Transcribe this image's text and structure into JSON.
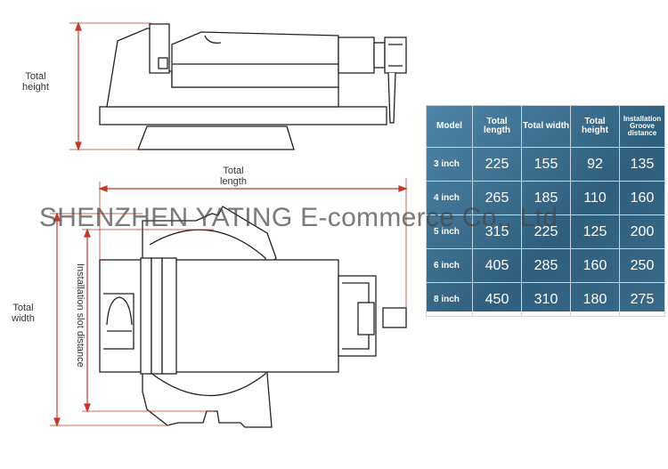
{
  "labels": {
    "side_total_height": "Total height",
    "top_total_length": "Total length",
    "plan_total_width": "Total width",
    "installation_slot_distance": "Installation slot distance"
  },
  "table": {
    "headers": [
      "Model",
      "Total length",
      "Total width",
      "Total height",
      "Installation Groove distance"
    ],
    "rows": [
      {
        "model": "3 inch",
        "length": "225",
        "width": "155",
        "height": "92",
        "groove": "135"
      },
      {
        "model": "4 inch",
        "length": "265",
        "width": "185",
        "height": "110",
        "groove": "160"
      },
      {
        "model": "5 inch",
        "length": "315",
        "width": "225",
        "height": "125",
        "groove": "200"
      },
      {
        "model": "6 inch",
        "length": "405",
        "width": "285",
        "height": "160",
        "groove": "250"
      },
      {
        "model": "8 inch",
        "length": "450",
        "width": "310",
        "height": "180",
        "groove": "275"
      }
    ]
  },
  "watermark": "SHENZHEN YATING E-commerce Co., Ltd",
  "colors": {
    "dimension_line": "#c0392b",
    "table_background": "#3d6e8e",
    "outline": "#222222"
  }
}
